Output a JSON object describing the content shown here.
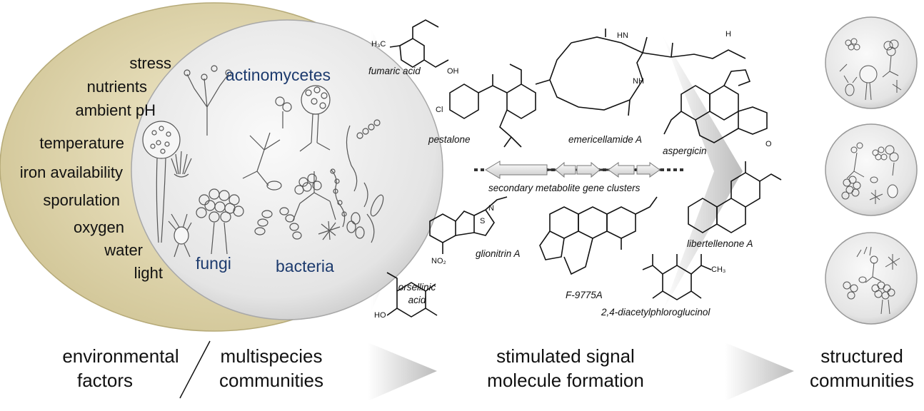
{
  "environmental_factors": [
    "stress",
    "nutrients",
    "ambient pH",
    "temperature",
    "iron availability",
    "sporulation",
    "oxygen",
    "water",
    "light"
  ],
  "organisms": {
    "actinomycetes": "actinomycetes",
    "fungi": "fungi",
    "bacteria": "bacteria"
  },
  "molecules": {
    "fumaric_acid": "fumaric acid",
    "pestalone": "pestalone",
    "emericellamide_a": "emericellamide A",
    "aspergicin": "aspergicin",
    "gene_clusters": "secondary metabolite gene clusters",
    "glionitrin_a": "glionitrin A",
    "libertellenone_a": "libertellenone A",
    "orsellinic_acid": "orsellinic acid",
    "f9775a": "F-9775A",
    "dapg": "2,4-diacetylphloroglucinol"
  },
  "atoms": {
    "h3c": "H₃C",
    "oh": "OH",
    "o": "O",
    "n": "N",
    "h": "H",
    "hn": "HN",
    "nh": "NH",
    "cl": "Cl",
    "ch3": "CH₃",
    "s": "S",
    "no2": "NO₂",
    "ho": "HO"
  },
  "stages": {
    "env_line1": "environmental",
    "env_line2": "factors",
    "multi_line1": "multispecies",
    "multi_line2": "communities",
    "signal_line1": "stimulated signal",
    "signal_line2": "molecule formation",
    "struct_line1": "structured",
    "struct_line2": "communities"
  },
  "colors": {
    "env_ellipse": "#d9cfa4",
    "community_circle": "#e6e6e6",
    "arrow": "#c9c9c9",
    "organism_label": "#1d3b6e"
  }
}
